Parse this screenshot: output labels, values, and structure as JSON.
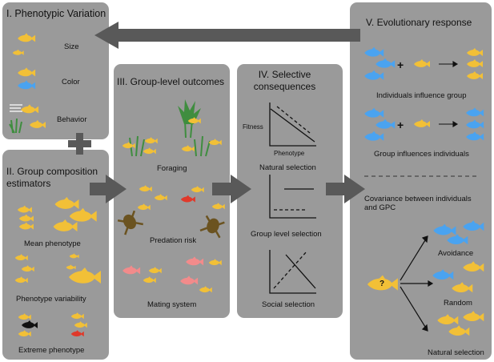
{
  "panel1": {
    "title": "I. Phenotypic Variation",
    "labels": [
      "Size",
      "Color",
      "Behavior"
    ]
  },
  "panel2": {
    "title": "II. Group composition estimators",
    "labels": [
      "Mean phenotype",
      "Phenotype variability",
      "Extreme phenotype"
    ]
  },
  "panel3": {
    "title": "III. Group-level outcomes",
    "labels": [
      "Foraging",
      "Predation risk",
      "Mating system"
    ]
  },
  "panel4": {
    "title": "IV.  Selective consequences",
    "fitness": "Fitness",
    "phenotype": "Phenotype",
    "labels": [
      "Natural selection",
      "Group level selection",
      "Social selection"
    ]
  },
  "panel5": {
    "title": "V. Evolutionary response",
    "influence": [
      "Individuals influence group",
      "Group influences individuals"
    ],
    "covariance": "Covariance between individuals and GPC",
    "question": "?",
    "outcomes": [
      "Avoidance",
      "Random",
      "Natural selection"
    ]
  },
  "symbols": {
    "plus": "+"
  },
  "colors": {
    "panel": "#9a9a9a",
    "arrow": "#595959",
    "yellow_fish": "#f2c037",
    "blue_fish": "#4aa3f0",
    "red_fish": "#e0392a",
    "pink_fish": "#f28b8b",
    "black_fish": "#111111",
    "plant": "#3f8d3f",
    "frog": "#6b5320"
  }
}
